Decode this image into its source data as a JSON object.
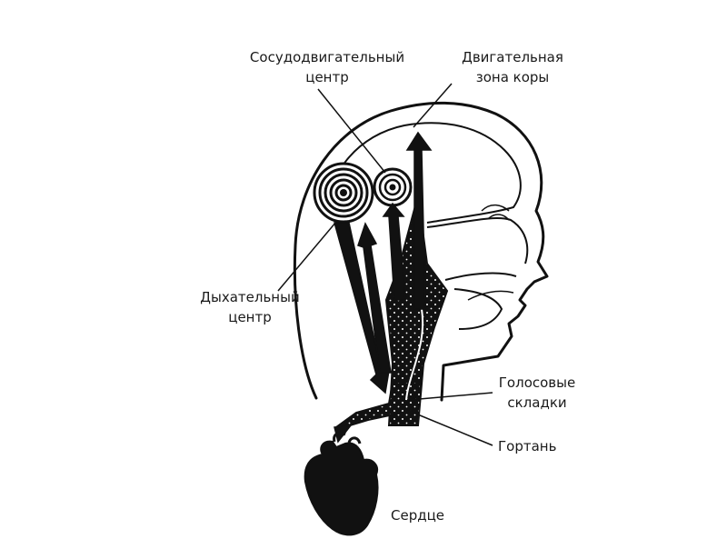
{
  "labels": {
    "vasomotor": [
      "Сосудодвигательный",
      "центр"
    ],
    "motor": [
      "Двигательная",
      "зона коры"
    ],
    "respiratory": [
      "Дыхательный",
      "центр"
    ],
    "vocal": [
      "Голосовые",
      "складки"
    ],
    "larynx": "Гортань",
    "heart": "Сердце"
  },
  "colors": {
    "ink": "#111111",
    "background": "#ffffff"
  }
}
